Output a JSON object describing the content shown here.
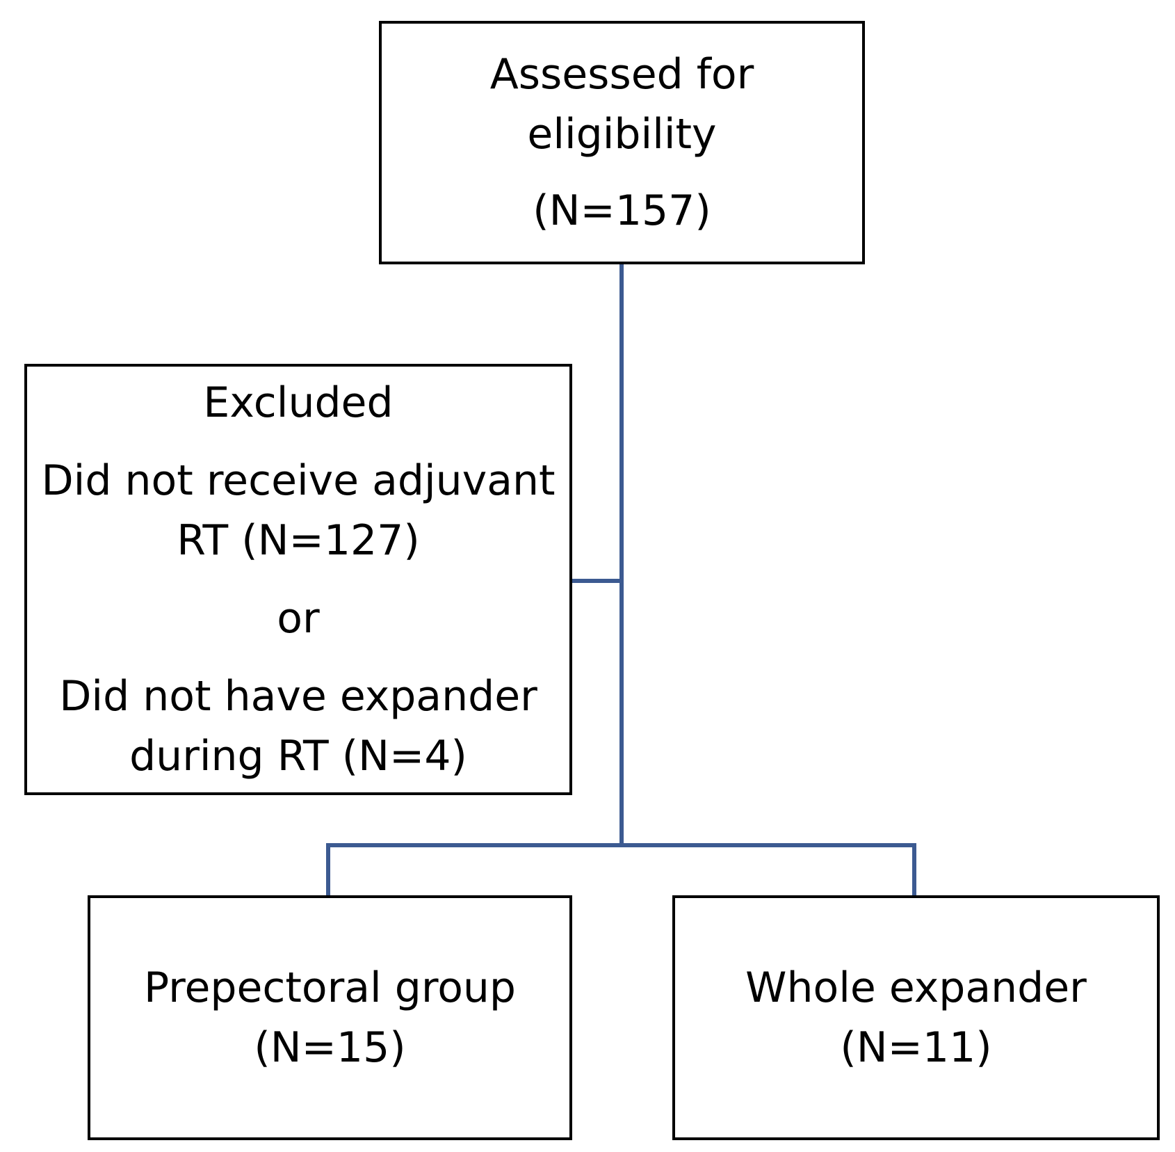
{
  "diagram": {
    "connector_color": "#3c5a91",
    "box_border_color": "#000000",
    "nodes": {
      "assessed": {
        "line1": "Assessed for",
        "line2": "eligibility",
        "line3": "(N=157)"
      },
      "excluded": {
        "heading": "Excluded",
        "reason1_line1": "Did not receive adjuvant",
        "reason1_line2": "RT (N=127)",
        "separator": "or",
        "reason2_line1": "Did not have expander",
        "reason2_line2": "during RT (N=4)"
      },
      "prepectoral": {
        "line1": "Prepectoral group",
        "line2": "(N=15)"
      },
      "whole": {
        "line1": "Whole expander",
        "line2": "(N=11)"
      }
    }
  }
}
